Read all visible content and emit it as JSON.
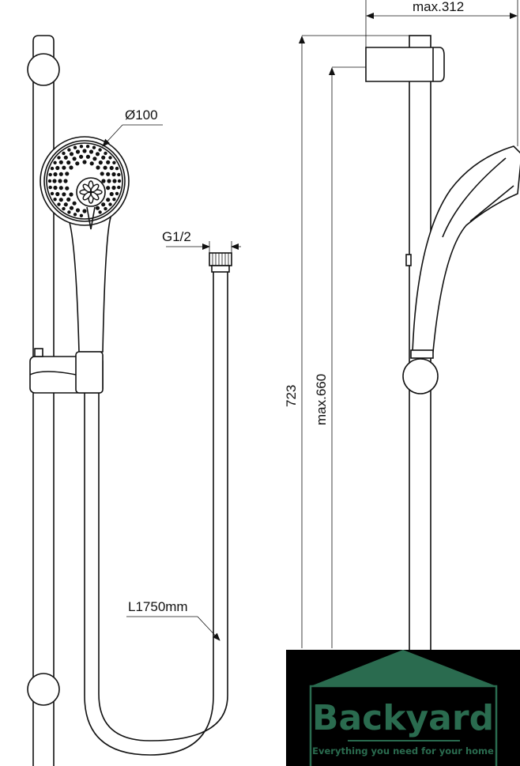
{
  "dimensions": {
    "head_diameter": "Ø100",
    "thread": "G1/2",
    "hose_length": "L1750mm",
    "max_projection": "max.312",
    "rail_height": "723",
    "max_slider_height": "max.660"
  },
  "logo": {
    "name": "Backyard",
    "tagline": "Everything you need for your home",
    "color": "#2a6b4f",
    "background": "#000000"
  }
}
